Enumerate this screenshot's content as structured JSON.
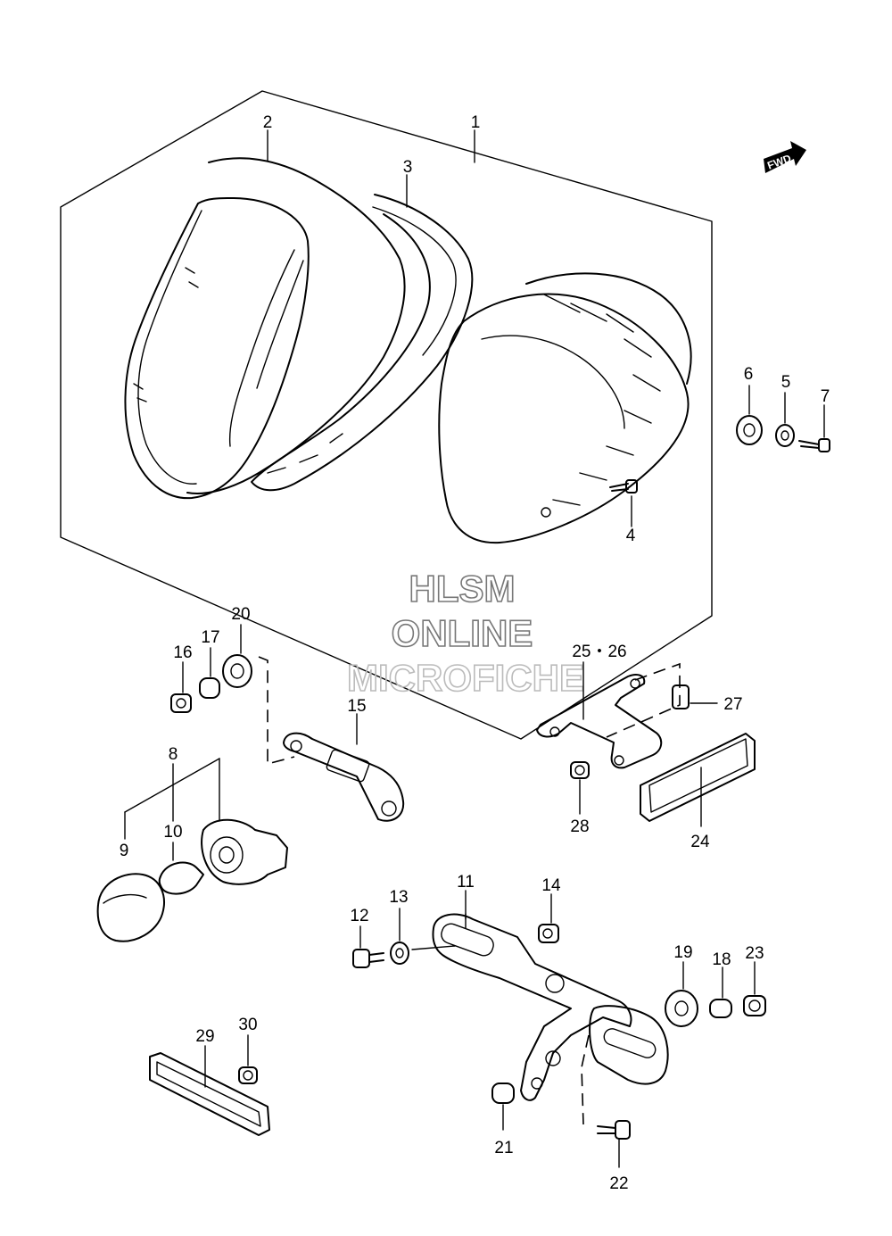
{
  "watermark": {
    "line1": "HLSM",
    "line2": "ONLINE",
    "line3": "MICROFICHE"
  },
  "direction_arrow": {
    "label": "FWD",
    "icon": "forward-arrow-icon"
  },
  "parts": {
    "p1": "1",
    "p2": "2",
    "p3": "3",
    "p4": "4",
    "p5": "5",
    "p6": "6",
    "p7": "7",
    "p8": "8",
    "p9": "9",
    "p10": "10",
    "p11": "11",
    "p12": "12",
    "p13": "13",
    "p14": "14",
    "p15": "15",
    "p16": "16",
    "p17": "17",
    "p18": "18",
    "p19": "19",
    "p20": "20",
    "p21": "21",
    "p22": "22",
    "p23": "23",
    "p24": "24",
    "p25_26": "25・26",
    "p27": "27",
    "p28": "28",
    "p29": "29",
    "p30": "30"
  }
}
